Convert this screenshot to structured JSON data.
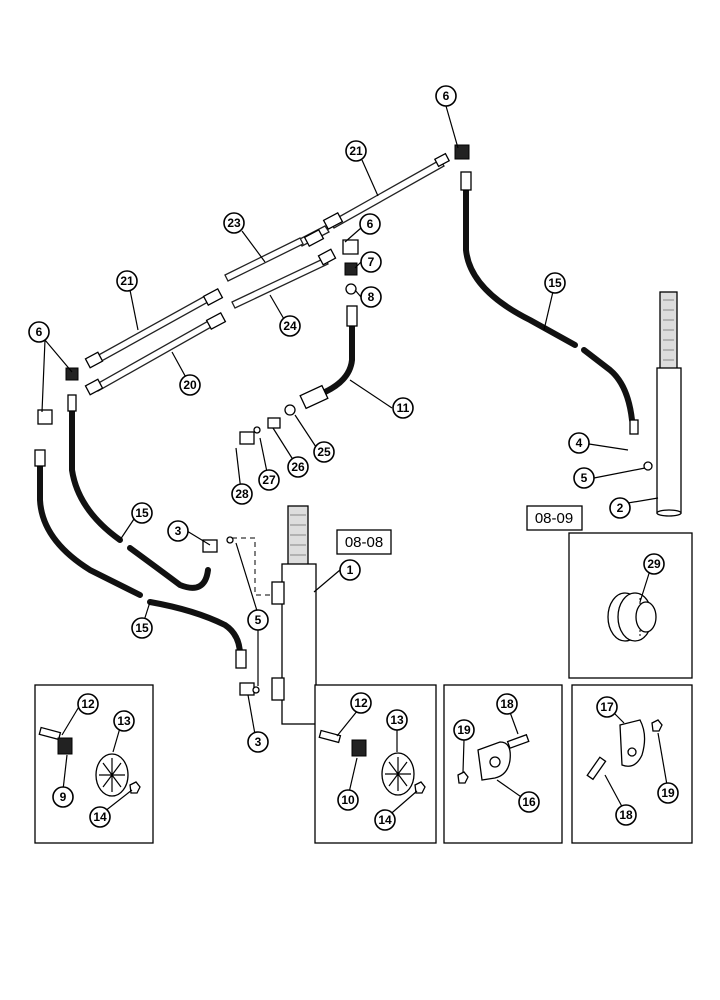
{
  "callouts": {
    "c1": "1",
    "c2": "2",
    "c3a": "3",
    "c3b": "3",
    "c4": "4",
    "c5a": "5",
    "c5b": "5",
    "c6a": "6",
    "c6b": "6",
    "c6c": "6",
    "c7": "7",
    "c8": "8",
    "c9": "9",
    "c10": "10",
    "c11": "11",
    "c12a": "12",
    "c12b": "12",
    "c13a": "13",
    "c13b": "13",
    "c14a": "14",
    "c14b": "14",
    "c15a": "15",
    "c15b": "15",
    "c15c": "15",
    "c16": "16",
    "c17": "17",
    "c18a": "18",
    "c18b": "18",
    "c19a": "19",
    "c19b": "19",
    "c20": "20",
    "c21a": "21",
    "c21b": "21",
    "c23": "23",
    "c24": "24",
    "c25": "25",
    "c26": "26",
    "c27": "27",
    "c28": "28",
    "c29": "29"
  },
  "refs": {
    "r0808": "08-08",
    "r0809": "08-09"
  }
}
